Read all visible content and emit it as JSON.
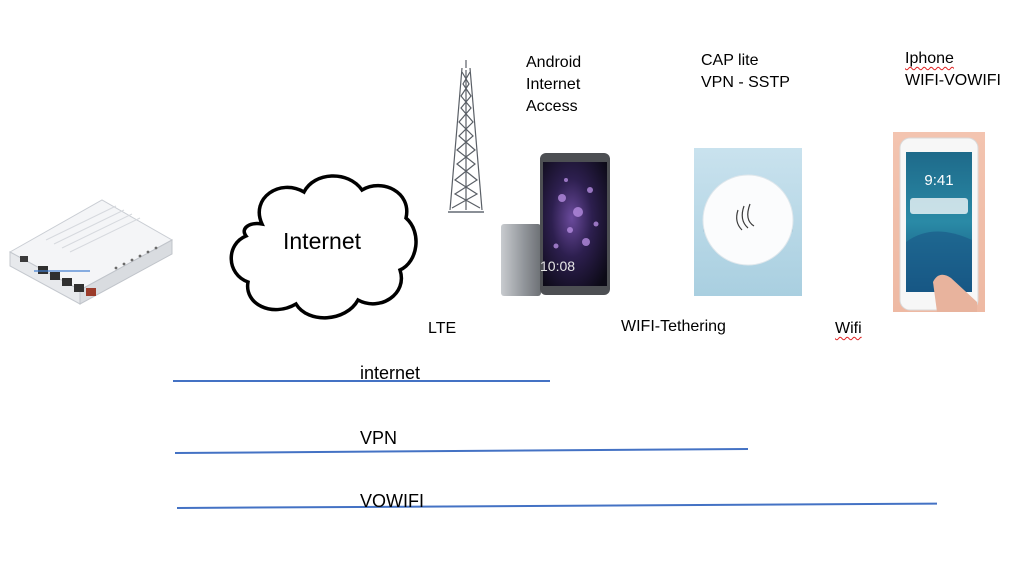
{
  "cloud": {
    "label": "Internet"
  },
  "labels": {
    "android": [
      "Android",
      "Internet",
      "Access"
    ],
    "cap": [
      "CAP lite",
      "VPN - SSTP"
    ],
    "iphone": [
      "Iphone",
      "WIFI-VOWIFI"
    ],
    "lte": "LTE",
    "tethering": "WIFI-Tethering",
    "wifi": "Wifi"
  },
  "paths": [
    {
      "label": "internet"
    },
    {
      "label": "VPN"
    },
    {
      "label": "VOWIFI"
    }
  ],
  "phone": {
    "time": "10:08"
  },
  "iphone_screen": {
    "time": "9:41"
  },
  "colors": {
    "connection_line": "#4472c4",
    "spellcheck": "#e02020"
  }
}
